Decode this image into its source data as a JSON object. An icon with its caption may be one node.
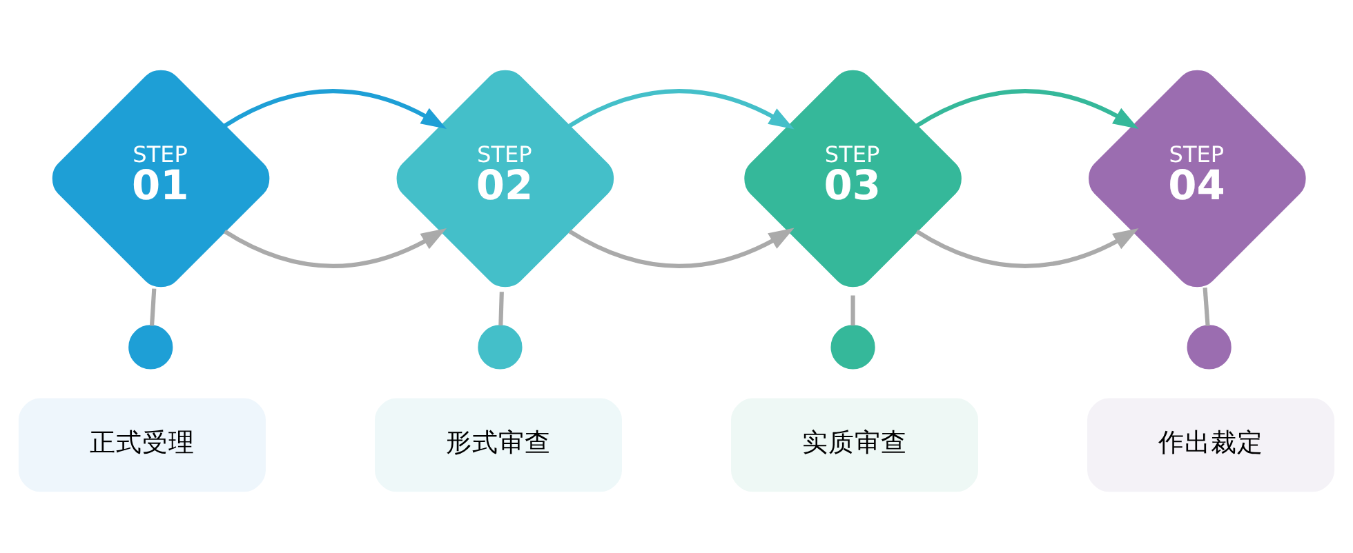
{
  "diagram": {
    "nodes": [
      {
        "text": [
          "STEP",
          "01"
        ]
      },
      {
        "text": [
          "STEP",
          "02"
        ]
      },
      {
        "text": [
          "STEP",
          "03"
        ]
      },
      {
        "text": [
          "STEP",
          "04"
        ]
      },
      {
        "text": [],
        "shape": "circle"
      },
      {
        "text": [],
        "shape": "circle"
      },
      {
        "text": [],
        "shape": "circle"
      },
      {
        "text": [],
        "shape": "circle"
      },
      {
        "text": [
          "正式受理"
        ]
      },
      {
        "text": [
          "形式审查"
        ]
      },
      {
        "text": [
          "实质审查"
        ]
      },
      {
        "text": [
          "作出裁定"
        ]
      }
    ],
    "edges": [
      {
        "from": 0,
        "to": 1,
        "arrow": "to"
      },
      {
        "from": 1,
        "to": 2,
        "arrow": "to"
      },
      {
        "from": 2,
        "to": 3,
        "arrow": "to"
      },
      {
        "from": 0,
        "to": 1,
        "arrow": "to",
        "color": "#1e9fd6"
      },
      {
        "from": 1,
        "to": 2,
        "arrow": "to",
        "color": "#44bfc9"
      },
      {
        "from": 2,
        "to": 3,
        "arrow": "to",
        "color": "#35b89a"
      },
      {
        "from": 0,
        "to": 4,
        "arrow": "none"
      },
      {
        "from": 1,
        "to": 5,
        "arrow": "none"
      },
      {
        "from": 2,
        "to": 6,
        "arrow": "none"
      },
      {
        "from": 3,
        "to": 7,
        "arrow": "none"
      }
    ]
  }
}
